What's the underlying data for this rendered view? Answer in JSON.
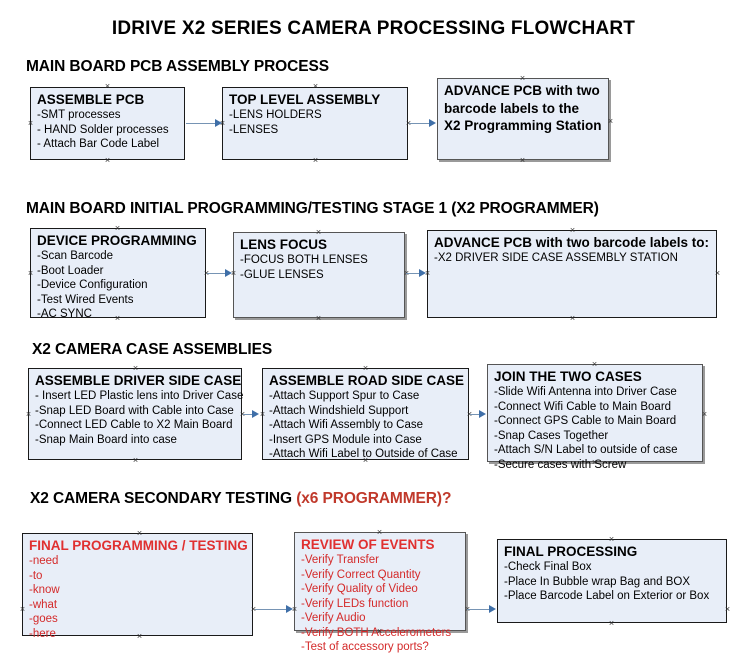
{
  "document": {
    "title": "IDRIVE X2  SERIES CAMERA PROCESSING FLOWCHART"
  },
  "sections": [
    {
      "id": "main-board-pcb-assembly-process",
      "header": "MAIN BOARD PCB ASSEMBLY PROCESS",
      "header_accent": ""
    },
    {
      "id": "main-board-initial-programming",
      "header": "MAIN BOARD INITIAL PROGRAMMING/TESTING STAGE 1 (X2 PROGRAMMER)",
      "header_accent": ""
    },
    {
      "id": "x2-camera-case-assemblies",
      "header": "X2 CAMERA CASE ASSEMBLIES",
      "header_accent": ""
    },
    {
      "id": "x2-camera-secondary-testing",
      "header": "X2 CAMERA SECONDARY TESTING ",
      "header_accent": "(x6 PROGRAMMER)?"
    }
  ],
  "nodes": {
    "assemble_pcb": {
      "title": "ASSEMBLE PCB",
      "lines": [
        " -SMT processes",
        "- HAND Solder processes",
        "- Attach Bar Code Label"
      ]
    },
    "top_level_assembly": {
      "title": "TOP LEVEL ASSEMBLY",
      "lines": [
        "-LENS HOLDERS",
        "-LENSES"
      ]
    },
    "advance_pcb_programming_station": {
      "title_lines": [
        "ADVANCE PCB with two",
        "barcode labels to the",
        " X2 Programming Station"
      ],
      "lines": []
    },
    "device_programming": {
      "title": "DEVICE PROGRAMMING",
      "lines": [
        "-Scan Barcode",
        "-Boot Loader",
        "-Device Configuration",
        "-Test Wired Events",
        "-AC SYNC"
      ]
    },
    "lens_focus": {
      "title": "LENS FOCUS",
      "lines": [
        "-FOCUS BOTH LENSES",
        "-GLUE LENSES"
      ]
    },
    "advance_pcb_driver_side": {
      "title": "ADVANCE PCB with two barcode labels to:",
      "lines": [
        "-X2 DRIVER  SIDE  CASE  ASSEMBLY STATION"
      ]
    },
    "assemble_driver_side_case": {
      "title": "ASSEMBLE DRIVER SIDE CASE",
      "lines": [
        "- Insert LED Plastic lens into Driver Case",
        "-Snap LED Board with Cable into Case",
        "-Connect LED Cable to X2 Main Board",
        "-Snap Main Board into case"
      ]
    },
    "assemble_road_side_case": {
      "title": "ASSEMBLE ROAD SIDE CASE",
      "lines": [
        "-Attach Support Spur to Case",
        "-Attach Windshield Support",
        "-Attach Wifi Assembly to Case",
        "-Insert GPS Module into Case",
        "-Attach Wifi Label to Outside of Case"
      ]
    },
    "join_the_two_cases": {
      "title": "JOIN THE TWO CASES",
      "lines": [
        "-Slide Wifi Antenna into Driver Case",
        "-Connect Wifi Cable to Main Board",
        "-Connect GPS Cable to Main Board",
        "-Snap Cases Together",
        "-Attach S/N Label to outside of case",
        "-Secure cases with Screw"
      ]
    },
    "final_programming_testing": {
      "title": "FINAL PROGRAMMING / TESTING",
      "lines": [
        "-need",
        "-to",
        "-know",
        "-what",
        "-goes",
        "-here"
      ]
    },
    "review_of_events": {
      "title": "REVIEW OF EVENTS",
      "lines": [
        "-Verify Transfer",
        "-Verify Correct Quantity",
        "-Verify Quality of Video",
        "-Verify LEDs function",
        "-Verify Audio",
        "-Verify BOTH Accelerometers",
        "-Test of accessory ports?"
      ]
    },
    "final_processing": {
      "title": "FINAL PROCESSING",
      "lines": [
        " -Check Final Box",
        "-Place In Bubble wrap Bag and BOX",
        "-Place Barcode Label on Exterior or Box"
      ]
    }
  },
  "colors": {
    "node_fill": "#e8eef8",
    "node_border": "#1a1a1a",
    "connector": "#7694b4",
    "arrow": "#3f6fa8",
    "accent_red": "#c0392b",
    "text": "#000000"
  }
}
